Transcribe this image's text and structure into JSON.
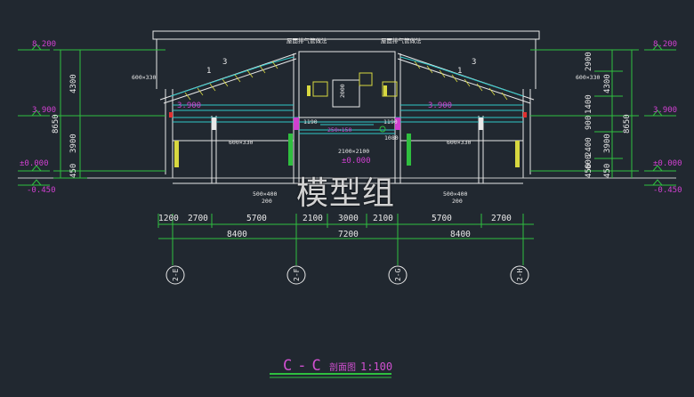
{
  "drawing": {
    "title_prefix": "C-C",
    "title_name": "剖面图",
    "title_scale": "1:100",
    "watermark": "模型组"
  },
  "elevations_left": [
    "8.200",
    "3.900",
    "±0.000",
    "-0.450"
  ],
  "elevations_right": [
    "8.200",
    "3.900",
    "±0.000",
    "-0.450"
  ],
  "elevations_mid": [
    "3.900",
    "3.900",
    "±0.000"
  ],
  "left_dims": {
    "segments": [
      "4300",
      "3900",
      "450"
    ],
    "total": "8650"
  },
  "right_dims": {
    "segments": [
      "2900",
      "1400",
      "900",
      "2400",
      "600",
      "450"
    ],
    "group": [
      "4300",
      "3900",
      "450"
    ],
    "total": "8650"
  },
  "bottom_dims": {
    "row1": [
      "1200",
      "2700",
      "5700",
      "2100",
      "3000",
      "2100",
      "5700",
      "2700"
    ],
    "row2": [
      "8400",
      "7200",
      "8400"
    ]
  },
  "axes": [
    "2-E",
    "2-F",
    "2-G",
    "2-H"
  ],
  "annotations": {
    "roof_note_left": "屋面排气管做法",
    "roof_note_right": "屋面排气管做法",
    "slope_left": "3",
    "slope_right": "3",
    "slope_one": "1",
    "beam_left": "600×330",
    "beam_right": "600×330",
    "beam_left2": "600×330",
    "beam_right2": "600×330",
    "duct_left": "500×400",
    "duct_right": "500×400",
    "duct_sub": "200",
    "center_a": "1190",
    "center_b": "1190",
    "center_c": "2000",
    "center_d": "250×150",
    "center_e": "2100×2100",
    "center_f": "1080",
    "mid_zero": "±0.000"
  },
  "colors": {
    "background": "#212830",
    "dim_green": "#2fbf3f",
    "wall_white": "#e8e8e8",
    "cyan": "#30c8c8",
    "yellow": "#d8d840",
    "magenta": "#d040d0",
    "red": "#e03030",
    "title_magenta": "#d050d0"
  }
}
